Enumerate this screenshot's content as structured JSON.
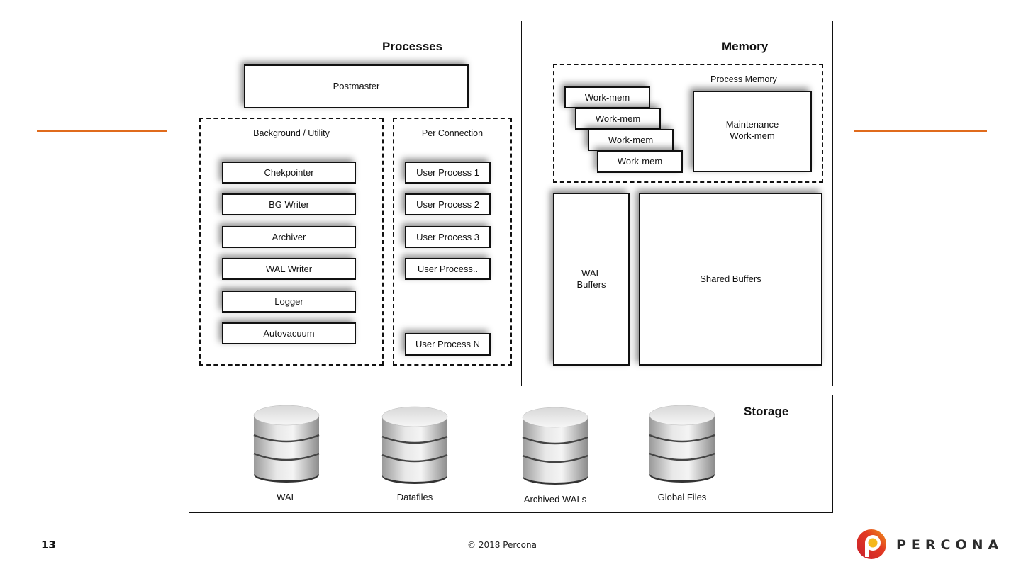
{
  "processes": {
    "title": "Processes",
    "postmaster": "Postmaster",
    "background_group": {
      "title": "Background / Utility",
      "items": [
        "Chekpointer",
        "BG Writer",
        "Archiver",
        "WAL Writer",
        "Logger",
        "Autovacuum"
      ]
    },
    "per_connection_group": {
      "title": "Per Connection",
      "items": [
        "User Process 1",
        "User Process 2",
        "User Process 3",
        "User Process..",
        "User Process N"
      ]
    }
  },
  "memory": {
    "title": "Memory",
    "process_memory": {
      "title": "Process Memory",
      "work_mem": [
        "Work-mem",
        "Work-mem",
        "Work-mem",
        "Work-mem"
      ],
      "maintenance_line1": "Maintenance",
      "maintenance_line2": "Work-mem"
    },
    "wal_buffers_line1": "WAL",
    "wal_buffers_line2": "Buffers",
    "shared_buffers": "Shared Buffers"
  },
  "storage": {
    "title": "Storage",
    "databases": [
      "WAL",
      "Datafiles",
      "Archived WALs",
      "Global Files"
    ]
  },
  "footer": {
    "page_number": "13",
    "copyright": "© 2018 Percona",
    "brand": "PERCONA"
  },
  "colors": {
    "accent": "#e06b1c",
    "logo_outer": "#d9232a",
    "logo_inner": "#f5b81c"
  }
}
